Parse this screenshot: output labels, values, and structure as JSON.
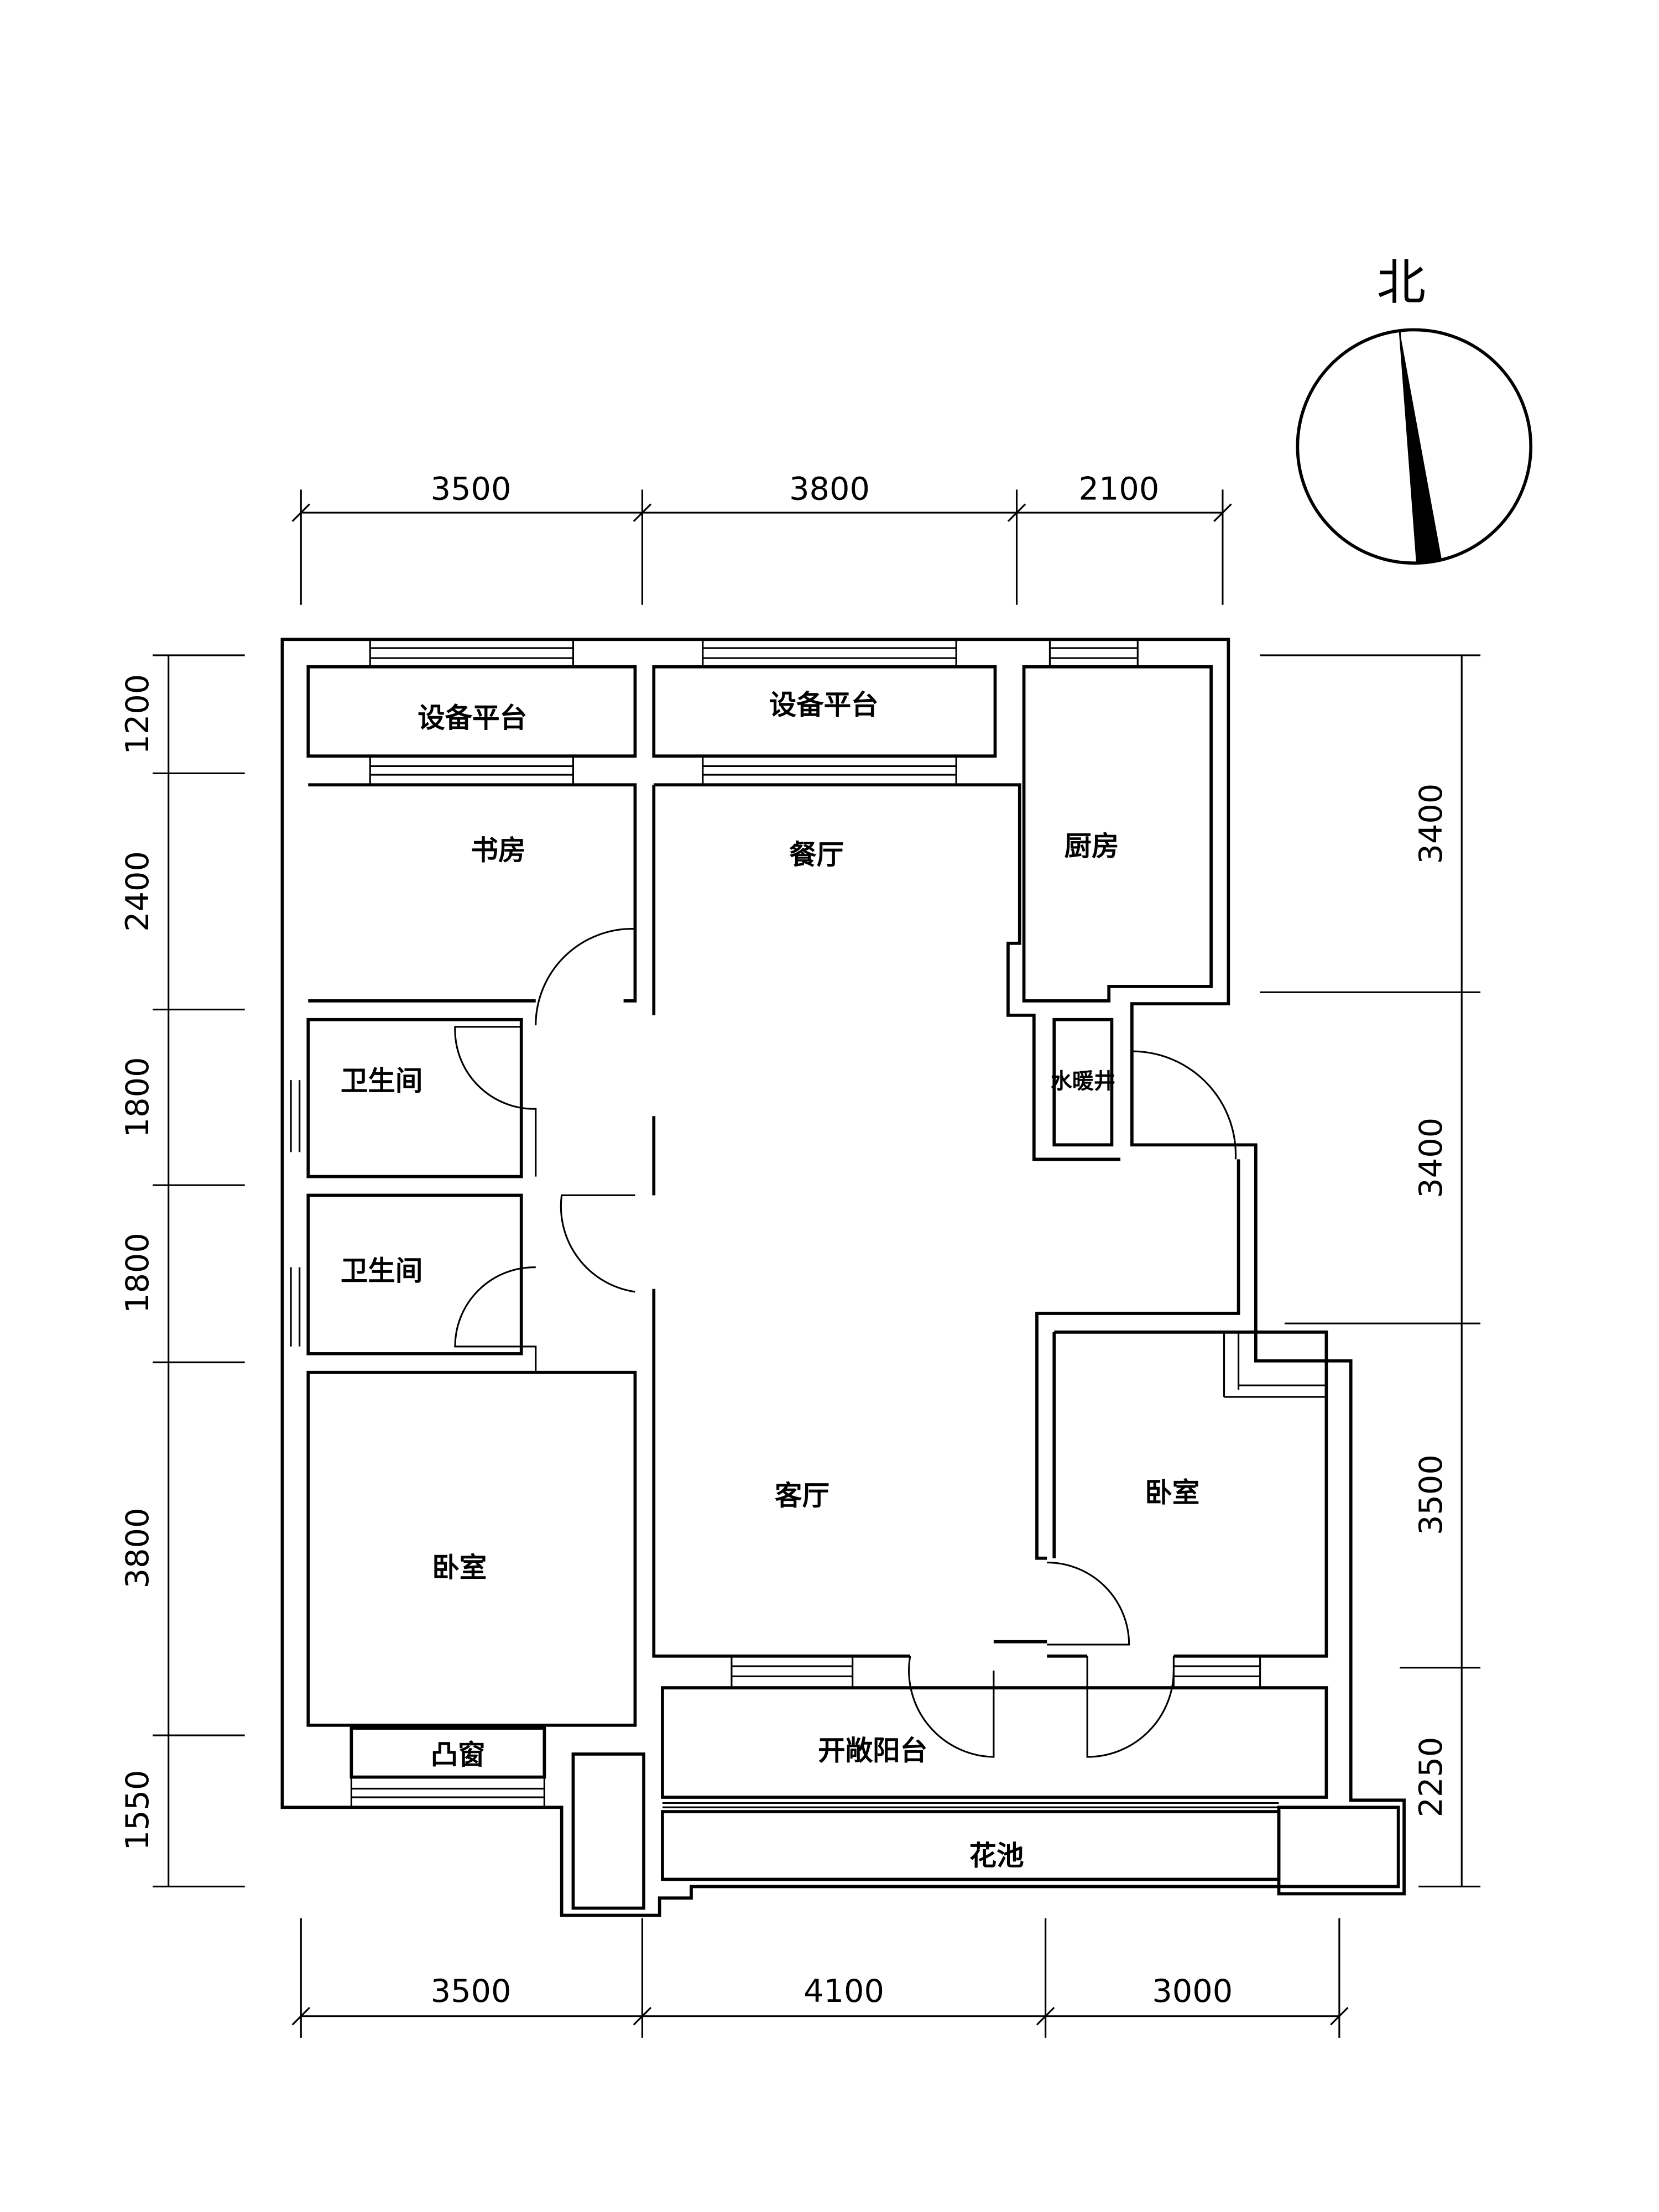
{
  "rooms": {
    "platform_left": "设备平台",
    "platform_mid": "设备平台",
    "study": "书房",
    "dining": "餐厅",
    "kitchen": "厨房",
    "bath1": "卫生间",
    "bath2": "卫生间",
    "shaft": "水暖井",
    "living": "客厅",
    "bedroom_left": "卧室",
    "bedroom_right": "卧室",
    "bay_window": "凸窗",
    "balcony": "开敞阳台",
    "planter": "花池"
  },
  "north_label": "北",
  "dimensions": {
    "top": [
      "3500",
      "3800",
      "2100"
    ],
    "bottom": [
      "3500",
      "4100",
      "3000"
    ],
    "left": [
      "1200",
      "2400",
      "1800",
      "1800",
      "3800",
      "1550"
    ],
    "right": [
      "3400",
      "3400",
      "3500",
      "2250"
    ]
  }
}
